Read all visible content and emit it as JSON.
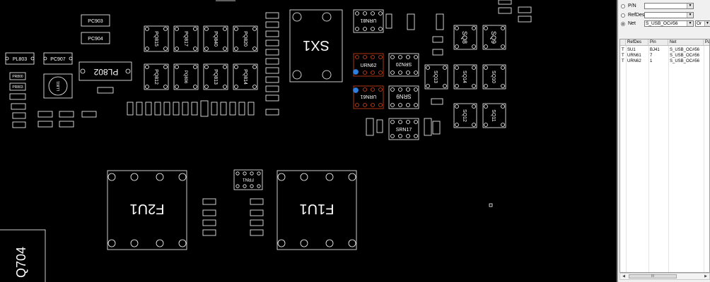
{
  "board": {
    "components": {
      "sx1": "SX1",
      "f2u1": "F2U1",
      "f1u1": "F1U1",
      "q704": "Q704",
      "pl802": "PL802",
      "urn62": "URN62",
      "urn61": "URN61",
      "urn81": "URN81",
      "srn20": "SRN20",
      "srn9": "SRN9",
      "srn17": "SRN17",
      "frn1": "FRN1",
      "sq8": "SQ8",
      "sq9": "SQ9",
      "sq13": "SQ13",
      "sq14": "SQ14",
      "sq10": "SQ10",
      "sq12": "SQ12",
      "sq11": "SQ11",
      "pq815": "PQ815",
      "pq817": "PQ817",
      "pq840": "PQ840",
      "pq820": "PQ820",
      "pq812": "PQ812",
      "pq806": "PQ806",
      "pq813": "PQ813",
      "pq814": "PQ814",
      "pc903": "PC903",
      "pc904": "PC904",
      "pl803": "PL803",
      "pc907": "PC907",
      "ll801": "LL801",
      "pq800": "PR800",
      "pr803": "PR803"
    },
    "colors": {
      "outline": "#ffffff",
      "highlight": "#d9441a",
      "pin_highlight": "#2d7fe0",
      "background": "#000000"
    }
  },
  "panel": {
    "filters": [
      {
        "label": "P/N",
        "selected": false,
        "value": ""
      },
      {
        "label": "RefDes",
        "selected": false,
        "value": ""
      },
      {
        "label": "Net",
        "selected": true,
        "value": "S_USB_OC#56"
      }
    ],
    "or_value": "Or",
    "table": {
      "headers": [
        "",
        "RefDes",
        "Pin",
        "Net",
        "Pa"
      ],
      "rows": [
        [
          "T",
          "SU1",
          "BJ41",
          "S_USB_OC#56"
        ],
        [
          "T",
          "URN61",
          "7",
          "S_USB_OC#56"
        ],
        [
          "T",
          "URN62",
          "1",
          "S_USB_OC#56"
        ]
      ]
    },
    "scroll_thumb_label": "III"
  }
}
